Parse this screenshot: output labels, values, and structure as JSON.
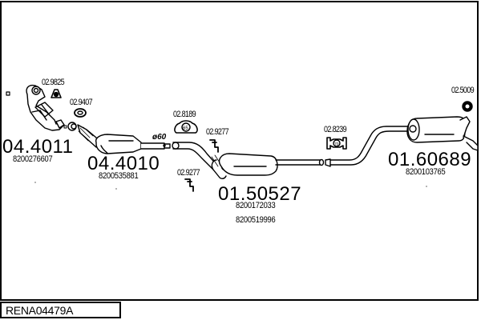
{
  "diagram": {
    "reference": "RENA04479A",
    "parts": [
      {
        "id": "front-catalyst",
        "number": "04.4011",
        "oem": [
          "8200276607"
        ]
      },
      {
        "id": "catalyst",
        "number": "04.4010",
        "oem": [
          "8200535881"
        ]
      },
      {
        "id": "middle-silencer",
        "number": "01.50527",
        "oem": [
          "8200172033",
          "8200519996"
        ]
      },
      {
        "id": "rear-silencer",
        "number": "01.60689",
        "oem": [
          "8200103765"
        ]
      }
    ],
    "accessories": [
      {
        "id": "gasket-1",
        "number": "02.9825"
      },
      {
        "id": "gasket-2",
        "number": "02.9407"
      },
      {
        "id": "rubber-mount-1",
        "number": "02.8189"
      },
      {
        "id": "bracket-1",
        "number": "02.9277"
      },
      {
        "id": "bracket-2",
        "number": "02.9277"
      },
      {
        "id": "rubber-mount-2",
        "number": "02.8239"
      },
      {
        "id": "rubber-ring",
        "number": "02.5009"
      }
    ],
    "pipe_diameter": "ø60",
    "mount_marks": {
      "m1": "65",
      "m2": "70"
    }
  }
}
